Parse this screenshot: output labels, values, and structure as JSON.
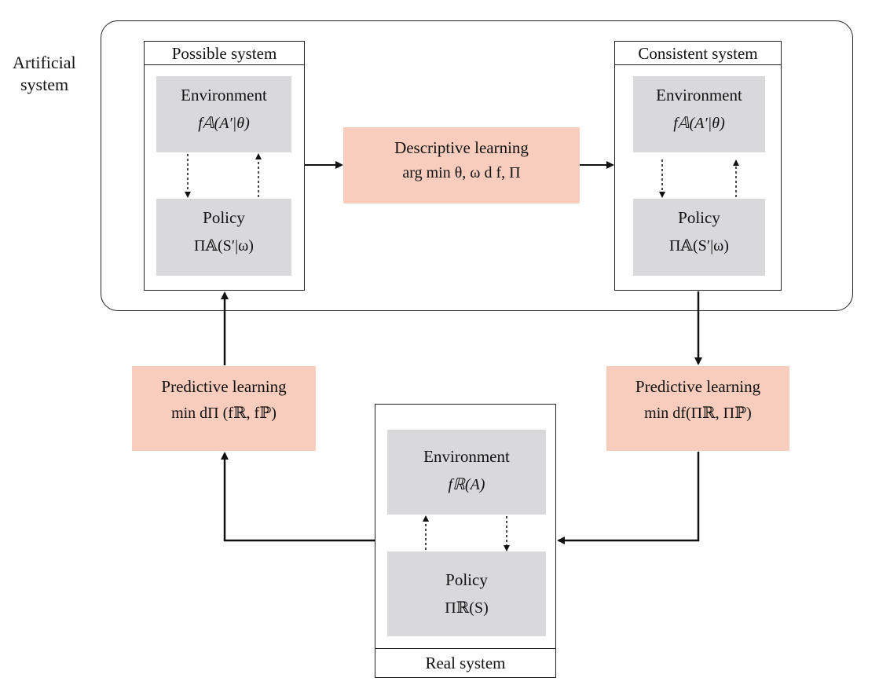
{
  "artificial_label_line1": "Artificial",
  "artificial_label_line2": "system",
  "possible": {
    "title": "Possible system",
    "env_label": "Environment",
    "env_formula": "f𝔸(A′|θ)",
    "policy_label": "Policy",
    "policy_formula": "Π𝔸(S′|ω)"
  },
  "consistent": {
    "title": "Consistent system",
    "env_label": "Environment",
    "env_formula": "f𝔸(A′|θ)",
    "policy_label": "Policy",
    "policy_formula": "Π𝔸(S′|ω)"
  },
  "real": {
    "title": "Real system",
    "env_label": "Environment",
    "env_formula": "fℝ(A)",
    "policy_label": "Policy",
    "policy_formula": "Πℝ(S)"
  },
  "descriptive": {
    "label": "Descriptive learning",
    "formula": "arg min θ, ω d f, Π"
  },
  "predictive_left": {
    "label": "Predictive learning",
    "formula": "min dΠ (fℝ, fℙ)"
  },
  "predictive_right": {
    "label": "Predictive learning",
    "formula": "min df(Πℝ, Πℙ)"
  }
}
